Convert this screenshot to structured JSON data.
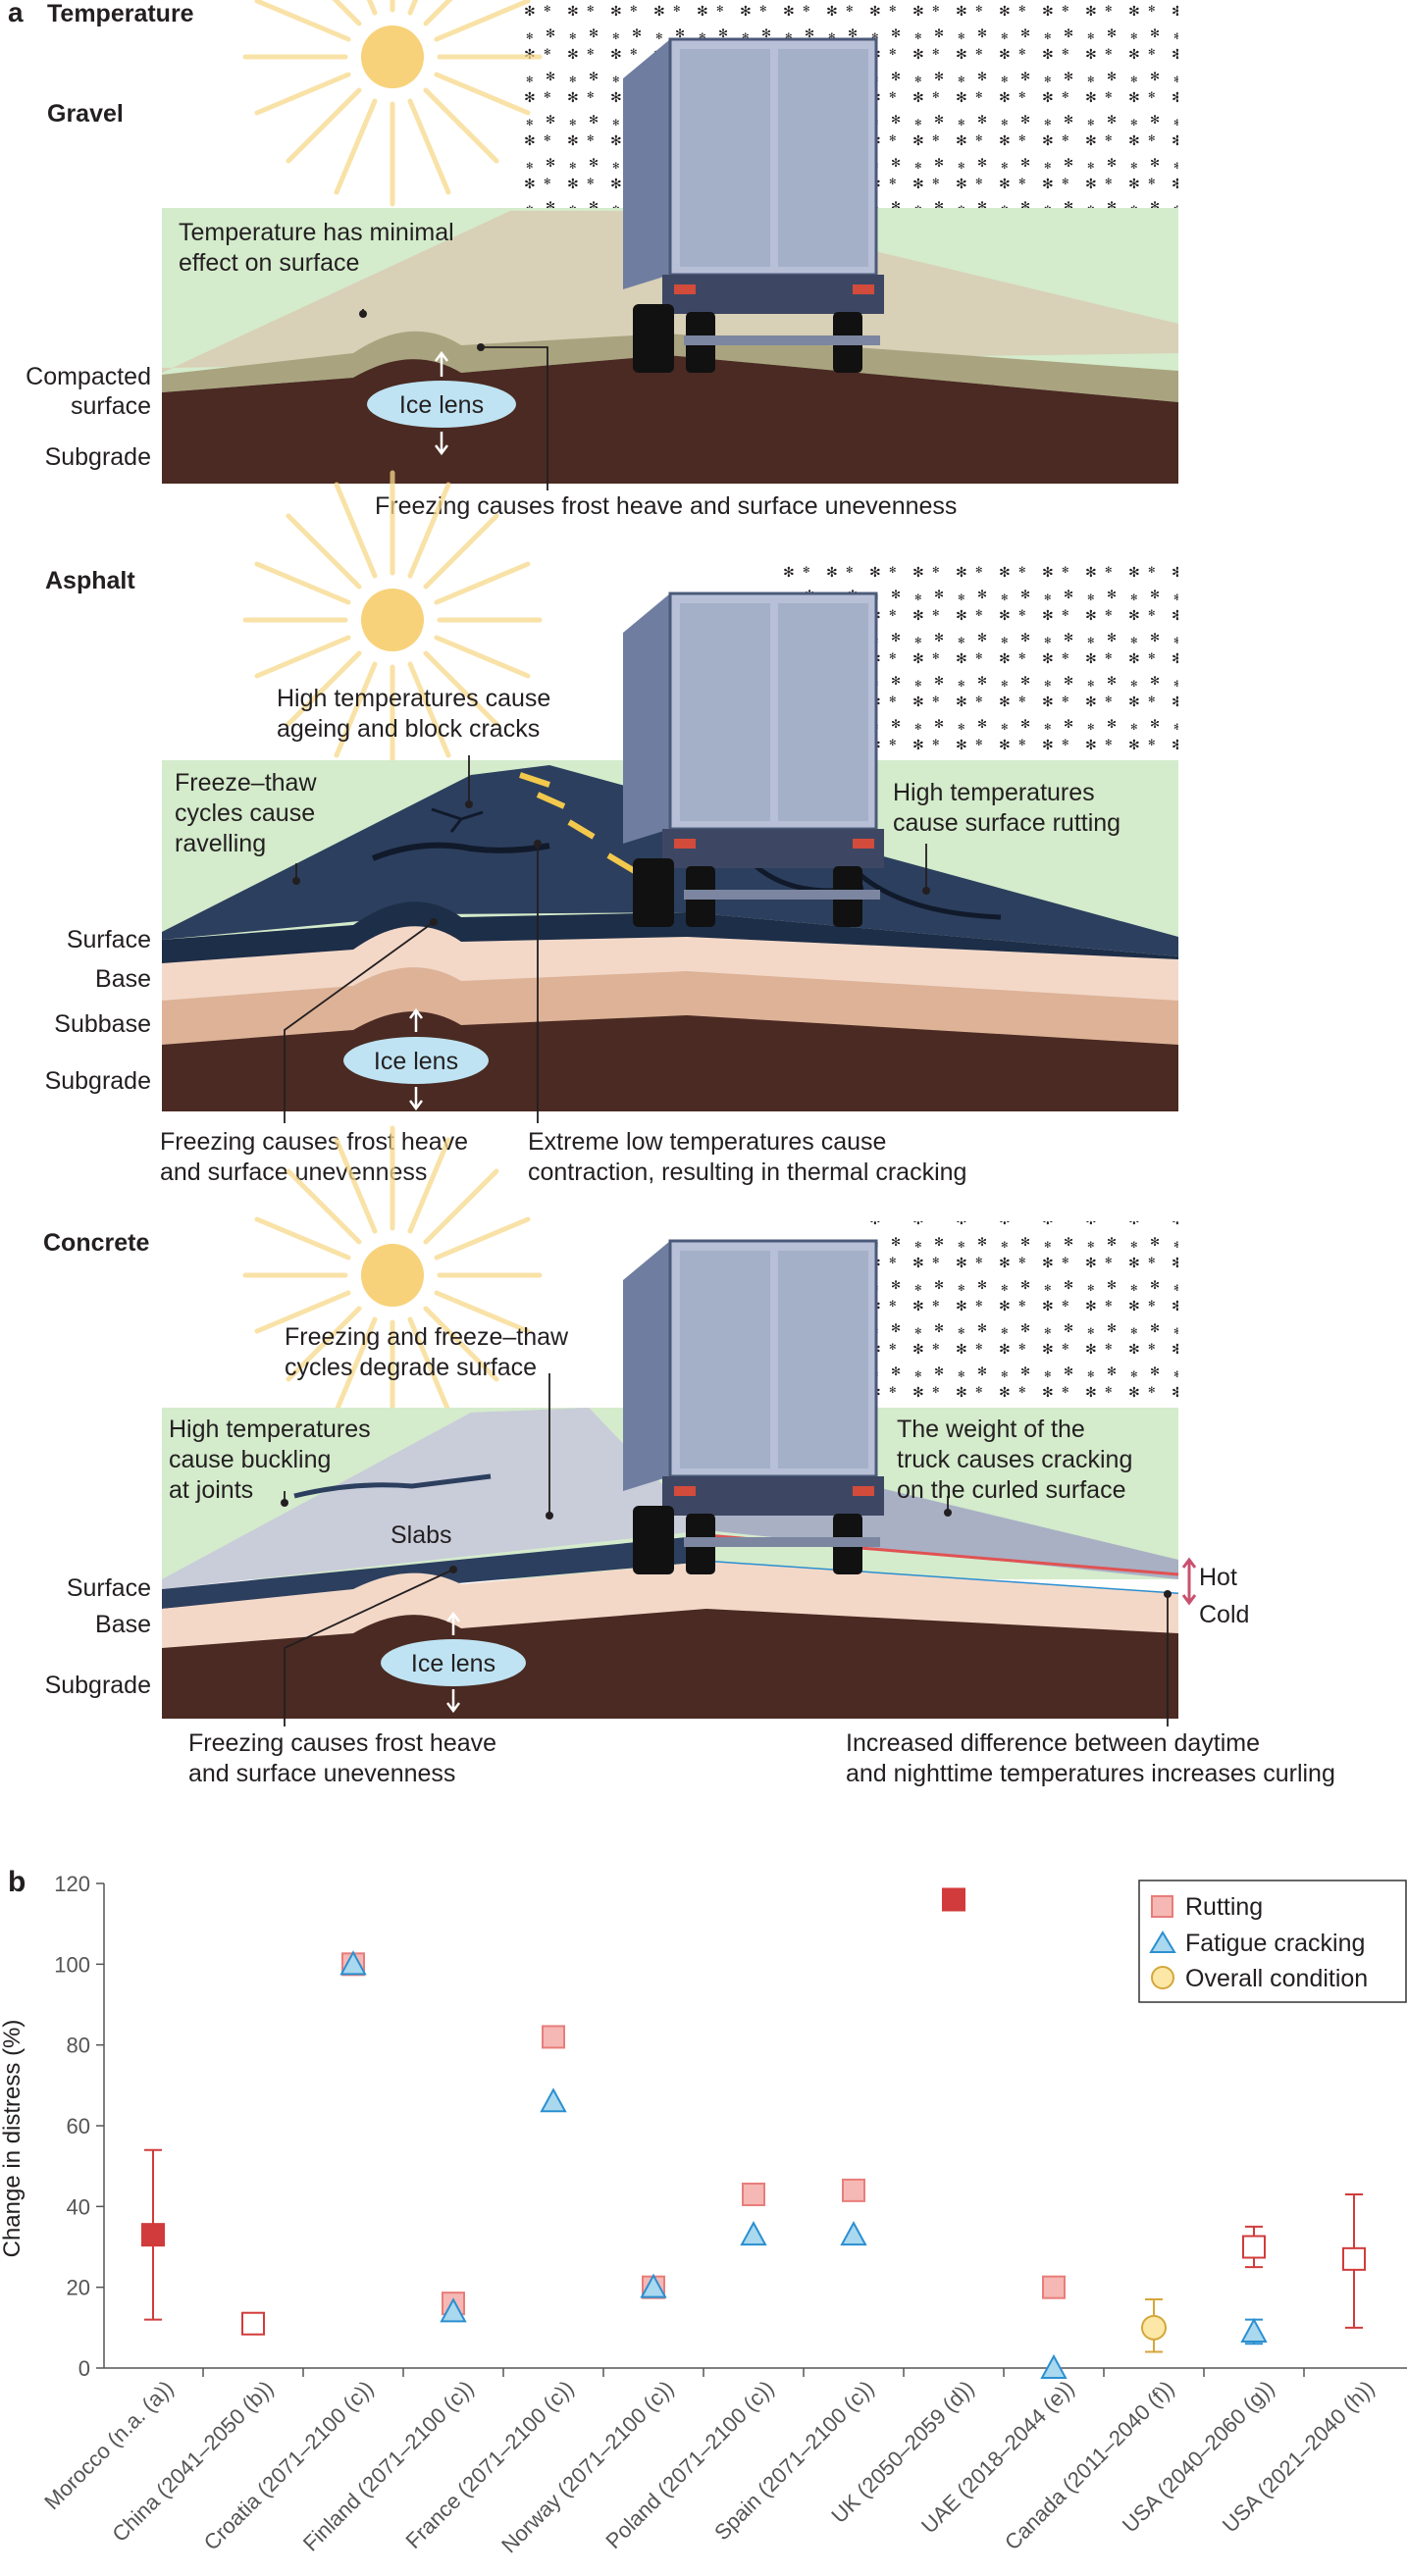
{
  "panel_a": {
    "letter": "a",
    "title": "Temperature",
    "gravel": {
      "heading": "Gravel",
      "note_minimal_1": "Temperature has minimal",
      "note_minimal_2": "effect on surface",
      "layer_surface_1": "Compacted",
      "layer_surface_2": "surface",
      "layer_subgrade": "Subgrade",
      "ice_lens": "Ice lens",
      "note_frost": "Freezing causes frost heave and surface unevenness"
    },
    "asphalt": {
      "heading": "Asphalt",
      "note_ageing_1": "High temperatures cause",
      "note_ageing_2": "ageing and block cracks",
      "note_ravel_1": "Freeze–thaw",
      "note_ravel_2": "cycles cause",
      "note_ravel_3": "ravelling",
      "note_rutting_1": "High temperatures",
      "note_rutting_2": "cause surface rutting",
      "layer_surface": "Surface",
      "layer_base": "Base",
      "layer_subbase": "Subbase",
      "layer_subgrade": "Subgrade",
      "ice_lens": "Ice lens",
      "note_frost_1": "Freezing causes frost heave",
      "note_frost_2": "and surface unevenness",
      "note_thermal_1": "Extreme low temperatures cause",
      "note_thermal_2": "contraction, resulting in thermal cracking"
    },
    "concrete": {
      "heading": "Concrete",
      "note_degrade_1": "Freezing and freeze–thaw",
      "note_degrade_2": "cycles degrade surface",
      "note_buckling_1": "High temperatures",
      "note_buckling_2": "cause buckling",
      "note_buckling_3": "at joints",
      "note_weight_1": "The weight of the",
      "note_weight_2": "truck causes cracking",
      "note_weight_3": "on the curled surface",
      "slabs": "Slabs",
      "hot": "Hot",
      "cold": "Cold",
      "layer_surface": "Surface",
      "layer_base": "Base",
      "layer_subgrade": "Subgrade",
      "ice_lens": "Ice lens",
      "note_frost_1": "Freezing causes frost heave",
      "note_frost_2": "and surface unevenness",
      "note_curling_1": "Increased difference between daytime",
      "note_curling_2": "and nighttime temperatures increases curling"
    }
  },
  "panel_b_letter": "b",
  "colors": {
    "rutting_fill": "#f5b8b4",
    "rutting_stroke": "#e87d7a",
    "fatigue_fill": "#a9d8ef",
    "fatigue_stroke": "#2b8fd0",
    "overall_fill": "#fde7a6",
    "overall_stroke": "#d4a73a",
    "dark_red": "#d23b3b",
    "sky_green": "#d4ebcc",
    "subgrade": "#4a2a22",
    "asphalt": "#2c3f5e"
  },
  "chart_data": {
    "type": "scatter",
    "ylabel": "Change in distress (%)",
    "ylim": [
      0,
      120
    ],
    "yticks": [
      0,
      20,
      40,
      60,
      80,
      100,
      120
    ],
    "grid": false,
    "legend_position": "top-right",
    "categories": [
      "Morocco (n.a. (a))",
      "China (2041–2050 (b))",
      "Croatia (2071–2100 (c))",
      "Finland (2071–2100 (c))",
      "France (2071–2100 (c))",
      "Norway (2071–2100 (c))",
      "Poland (2071–2100 (c))",
      "Spain (2071–2100 (c))",
      "UK (2050–2059 (d))",
      "UAE (2018–2044 (e))",
      "Canada (2011–2040 (f))",
      "USA (2040–2060 (g))",
      "USA (2021–2040 (h))"
    ],
    "series": [
      {
        "name": "Rutting",
        "marker": "square",
        "values": [
          33,
          11,
          100,
          16,
          82,
          20,
          43,
          44,
          116,
          20,
          null,
          30,
          27
        ],
        "marker_styles": [
          "filled-dark",
          "open",
          "light",
          "light",
          "light",
          "light",
          "light",
          "light",
          "filled-dark",
          "light",
          null,
          "open",
          "open"
        ],
        "error_low": [
          12,
          null,
          null,
          null,
          null,
          null,
          null,
          null,
          null,
          null,
          null,
          25,
          10
        ],
        "error_high": [
          54,
          null,
          null,
          null,
          null,
          null,
          null,
          null,
          null,
          null,
          null,
          35,
          43
        ]
      },
      {
        "name": "Fatigue cracking",
        "marker": "triangle",
        "values": [
          null,
          null,
          100,
          14,
          66,
          20,
          33,
          33,
          null,
          0,
          null,
          9,
          null
        ],
        "error_low": [
          null,
          null,
          null,
          null,
          null,
          null,
          null,
          null,
          null,
          null,
          null,
          6,
          null
        ],
        "error_high": [
          null,
          null,
          null,
          null,
          null,
          null,
          null,
          null,
          null,
          null,
          null,
          12,
          null
        ]
      },
      {
        "name": "Overall condition",
        "marker": "circle",
        "values": [
          null,
          null,
          null,
          null,
          null,
          null,
          null,
          null,
          null,
          null,
          10,
          null,
          null
        ],
        "error_low": [
          null,
          null,
          null,
          null,
          null,
          null,
          null,
          null,
          null,
          null,
          4,
          null,
          null
        ],
        "error_high": [
          null,
          null,
          null,
          null,
          null,
          null,
          null,
          null,
          null,
          null,
          17,
          null,
          null
        ]
      }
    ]
  }
}
